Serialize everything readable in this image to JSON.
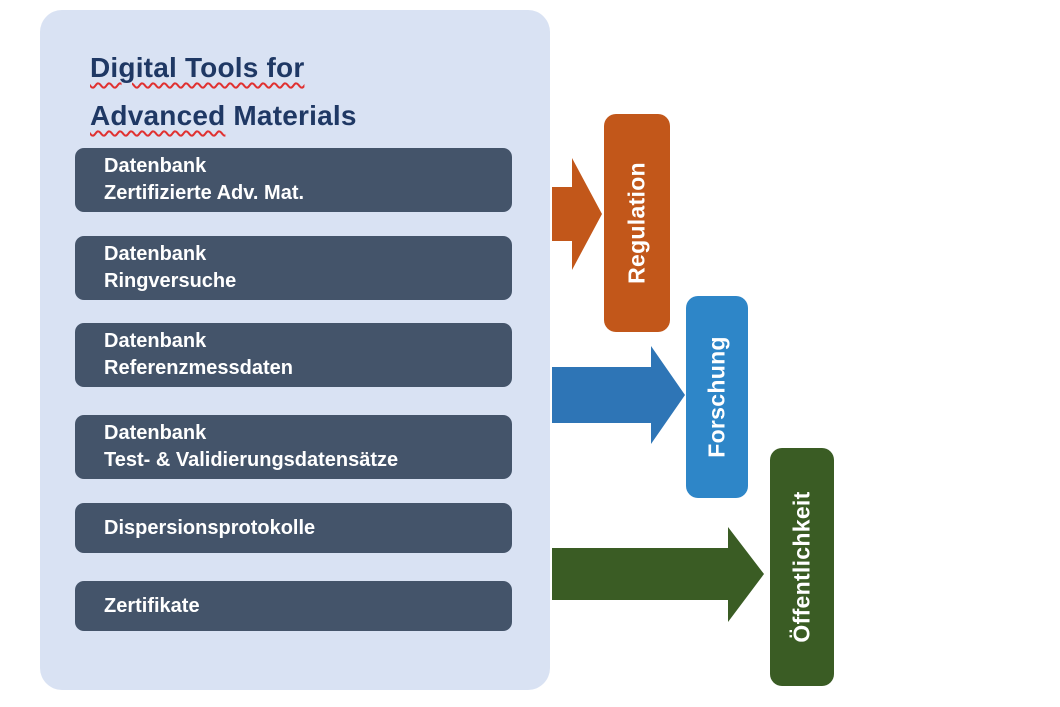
{
  "panel": {
    "title": {
      "line1": "Digital Tools for",
      "line2_word1": "Advanced",
      "line2_word2": "Materials"
    },
    "items": [
      {
        "line1": "Datenbank",
        "line2": "Zertifizierte Adv. Mat."
      },
      {
        "line1": "Datenbank",
        "line2": "Ringversuche"
      },
      {
        "line1": "Datenbank",
        "line2": "Referenzmessdaten"
      },
      {
        "line1": "Datenbank",
        "line2": "Test- & Validierungsdatensätze"
      },
      {
        "line1": "Dispersionsprotokolle"
      },
      {
        "line1": "Zertifikate"
      }
    ]
  },
  "audiences": [
    {
      "label": "Regulation",
      "color": "#c2571a"
    },
    {
      "label": "Forschung",
      "color": "#2e86c8"
    },
    {
      "label": "Öffentlichkeit",
      "color": "#3a5c24"
    }
  ],
  "colors": {
    "panel_background": "#d9e2f3",
    "item_background": "#44546a",
    "title_text": "#1f3864",
    "arrow_orange": "#c2571a",
    "arrow_blue": "#2e75b6",
    "arrow_green": "#3a5c24",
    "spellcheck_underline": "#e03131"
  }
}
